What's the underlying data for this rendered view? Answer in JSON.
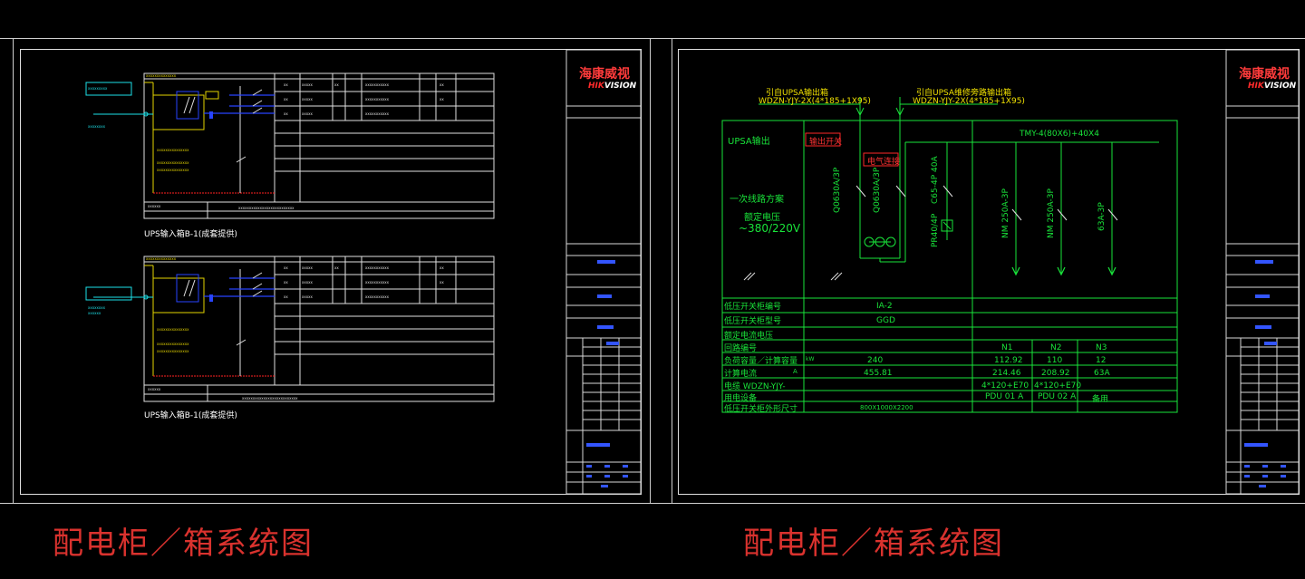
{
  "caption_left": "配电柜／箱系统图",
  "caption_right": "配电柜／箱系统图",
  "logo": {
    "cn": "海康威视",
    "en_hk": "HIK",
    "en_rest": "VISION"
  },
  "left_sheet": {
    "diagram1_caption": "UPS输入箱B-1(成套提供)",
    "diagram2_caption": "UPS输入箱B-1(成套提供)"
  },
  "right_sheet": {
    "feed1": "引自UPSA输出箱",
    "cable1": "WDZN-YJY-2X(4*185+1X95)",
    "feed2": "引自UPSA维修旁路输出箱",
    "cable2": "WDZN-YJY-2X(4*185+1X95)",
    "section_title": "UPSA输出",
    "label_box": "输出开关",
    "surge_box": "电气连接",
    "scheme": "一次线路方案",
    "rated_voltage": "额定电压",
    "voltage": "~380/220V",
    "busbar": "TMY-4(80X6)+40X4",
    "switch_a": "Q0630A/3P",
    "switch_b": "Q0630A/3P",
    "spd": "C65-4P 40A",
    "spd2": "PR40/4P",
    "breaker1": "NM 250A-3P",
    "breaker2": "NM 250A-3P",
    "breaker3": "63A-3P",
    "rows": [
      {
        "label": "低压开关柜编号",
        "value": "IA-2"
      },
      {
        "label": "低压开关柜型号",
        "value": "GGD"
      },
      {
        "label": "额定电流电压",
        "value": ""
      },
      {
        "label": "回路编号",
        "value": ""
      },
      {
        "label": "负荷容量／计算容量",
        "value": ""
      },
      {
        "label": "计算电流",
        "value": ""
      },
      {
        "label": "电缆 WDZN-YJY-",
        "value": ""
      },
      {
        "label": "用电设备",
        "value": ""
      },
      {
        "label": "低压开关柜外形尺寸",
        "value": "800X1000X2200"
      }
    ],
    "unit_kw": "kW",
    "unit_a": "A",
    "col_circuits": [
      "N1",
      "N2",
      "N3"
    ],
    "load": [
      "240",
      "112.92",
      "110",
      "12"
    ],
    "current": [
      "455.81",
      "214.46",
      "208.92",
      "63A"
    ],
    "cables": [
      "4*120+E70",
      "4*120+E70"
    ],
    "equipment": [
      "PDU 01 A",
      "PDU 02 A",
      "备用"
    ]
  }
}
